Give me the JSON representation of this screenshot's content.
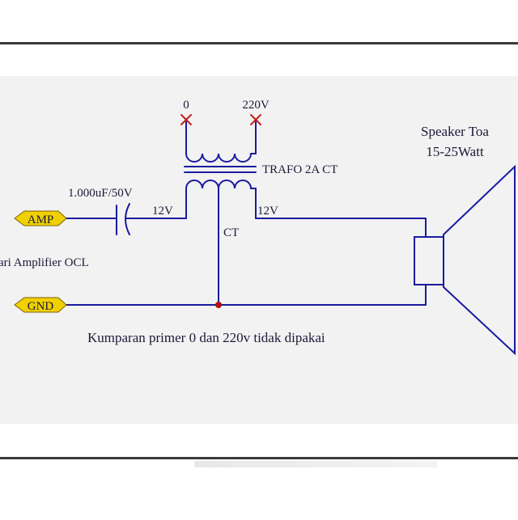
{
  "labels": {
    "zero": "0",
    "v220": "220V",
    "trafo": "TRAFO 2A CT",
    "speaker_line1": "Speaker Toa",
    "speaker_line2": "15-25Watt",
    "capacitor": "1.000uF/50V",
    "left_12v": "12V",
    "right_12v": "12V",
    "ct": "CT",
    "amp": "AMP",
    "gnd": "GND",
    "amp_source": "ari Amplifier OCL",
    "note": "Kumparan primer 0 dan 220v tidak dipakai"
  },
  "colors": {
    "wire": "#1a1aa0",
    "junction": "#b01010",
    "terminal_fill": "#f0d000",
    "terminal_stroke": "#806000",
    "x_mark": "#c02020",
    "text": "#1a1a3a"
  }
}
